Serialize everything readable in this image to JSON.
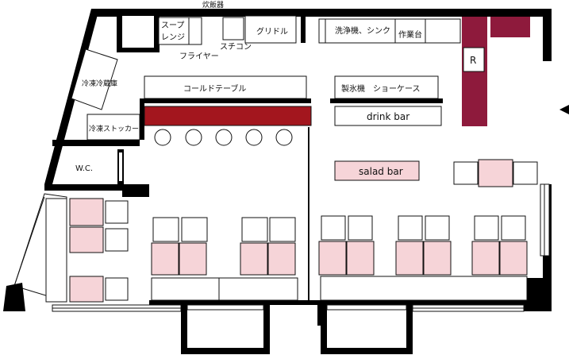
{
  "labels": {
    "rice_cooker": "炊飯器",
    "soup_range_1": "スープ",
    "soup_range_2": "レンジ",
    "fryer": "フライヤー",
    "steam_convection": "スチコン",
    "griddle": "グリドル",
    "dishwasher_sink": "洗浄機、シンク",
    "work_table": "作業台",
    "freezer_fridge": "冷凍冷蔵庫",
    "cold_table": "コールドテーブル",
    "ice_maker_showcase": "製氷機　ショーケース",
    "drink_bar": "drink bar",
    "freezer_stocker": "冷凍ストッカー",
    "wc": "W.C.",
    "salad_bar": "salad bar",
    "register": "R"
  },
  "colors": {
    "wall": "#000000",
    "counter_red": "#a3161e",
    "register_maroon": "#8e1a3c",
    "table_pink": "#f6d4d8",
    "line": "#111111"
  }
}
